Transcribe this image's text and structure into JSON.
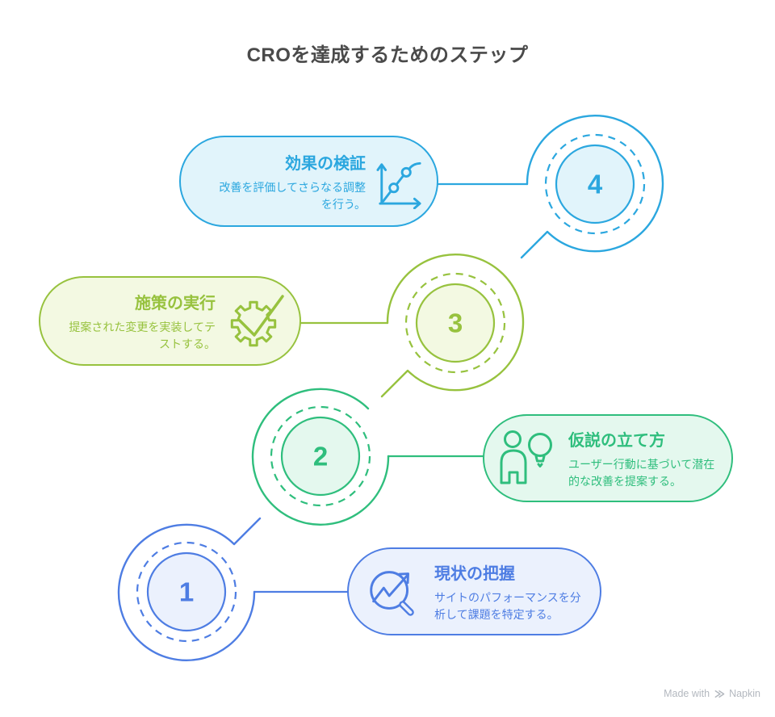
{
  "title": "CROを達成するためのステップ",
  "steps": [
    {
      "number": "1",
      "title": "現状の把握",
      "description": "サイトのパフォーマンスを分析して課題を特定する。",
      "accent_color": "#4E7DE3",
      "fill_color": "#EBF1FD",
      "icon": "magnifier-trend-icon"
    },
    {
      "number": "2",
      "title": "仮説の立て方",
      "description": "ユーザー行動に基づいて潜在的な改善を提案する。",
      "accent_color": "#2FBE7D",
      "fill_color": "#E4F8EE",
      "icon": "person-lightbulb-icon"
    },
    {
      "number": "3",
      "title": "施策の実行",
      "description": "提案された変更を実装してテストする。",
      "accent_color": "#97C23E",
      "fill_color": "#F3F9E2",
      "icon": "gear-check-icon"
    },
    {
      "number": "4",
      "title": "効果の検証",
      "description": "改善を評価してさらなる調整を行う。",
      "accent_color": "#2BA7DF",
      "fill_color": "#E1F4FB",
      "icon": "chart-growth-icon"
    }
  ],
  "footer": {
    "made_with": "Made with",
    "brand": "Napkin"
  }
}
